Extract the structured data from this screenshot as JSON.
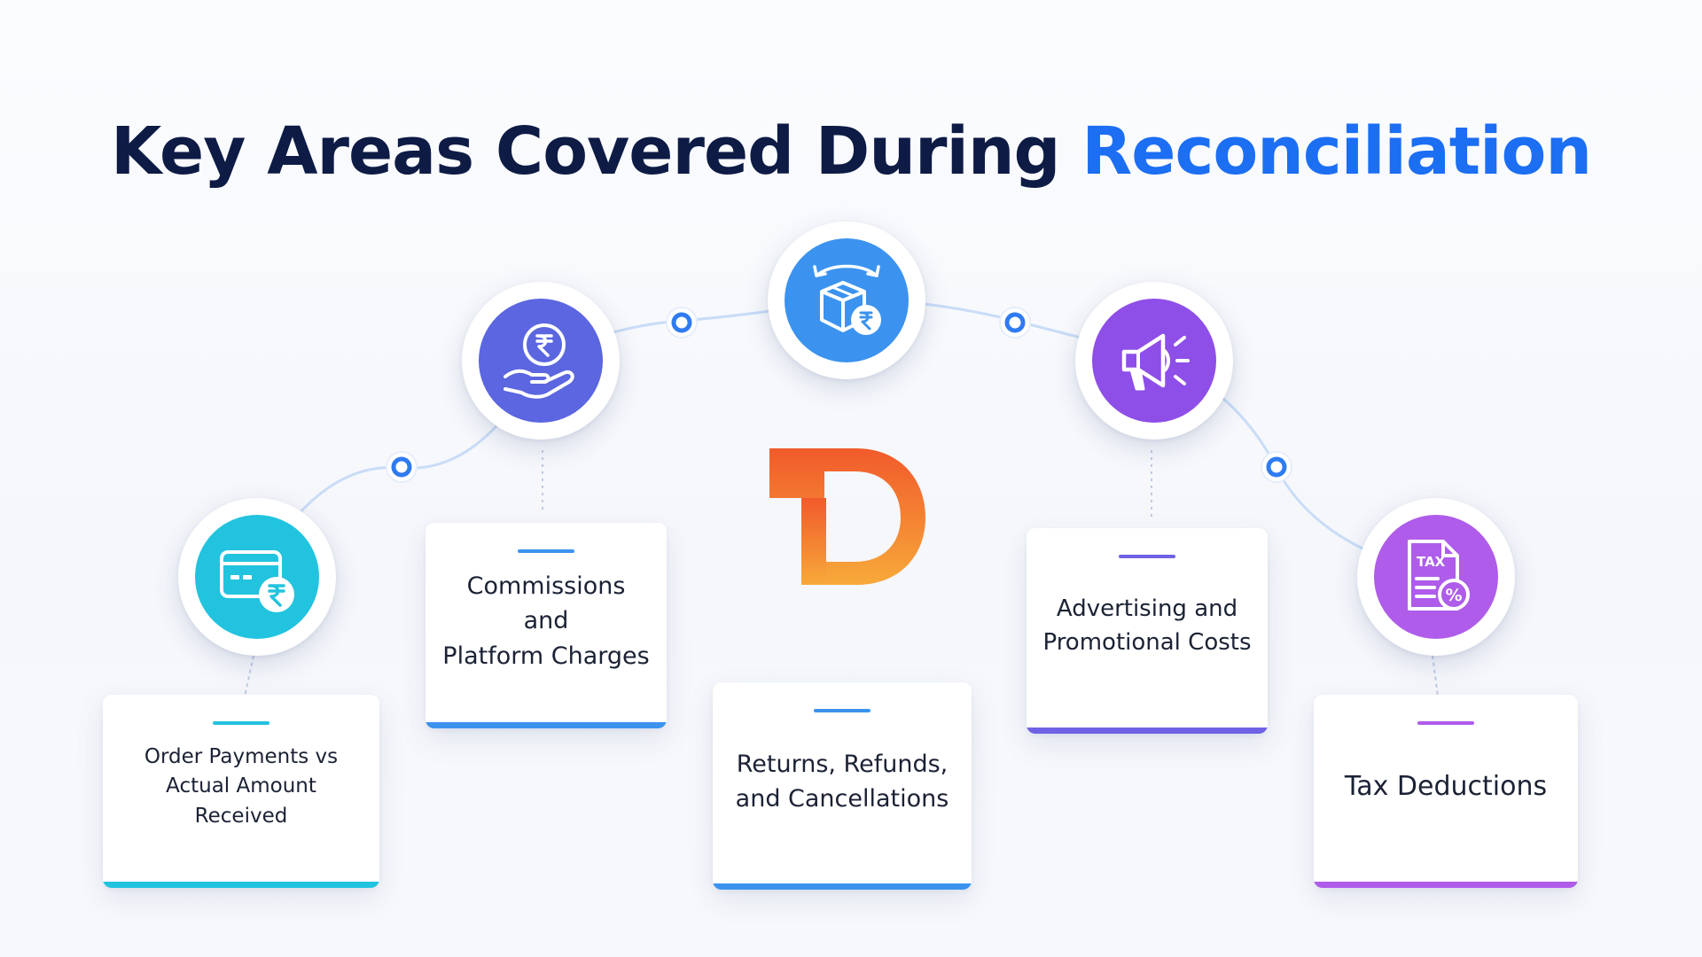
{
  "title": {
    "main": "Key Areas Covered During ",
    "accent": "Reconciliation"
  },
  "colors": {
    "title": "#0d1b45",
    "accent": "#1c6ef2",
    "connector": "#c9dcf7",
    "dot": "#2f7bf2"
  },
  "logo": {
    "icon": "td-brand-logo",
    "gradient": [
      "#f15a2b",
      "#f7a93a"
    ]
  },
  "items": [
    {
      "name": "order-payments",
      "icon": "card-rupee-icon",
      "label_line1": "Order Payments vs",
      "label_line2": "Actual Amount Received",
      "color": "#22c3de"
    },
    {
      "name": "commissions",
      "icon": "hand-rupee-icon",
      "label_line1": "Commissions and",
      "label_line2": "Platform Charges",
      "color": "#5b66e0"
    },
    {
      "name": "returns",
      "icon": "package-return-icon",
      "label_line1": "Returns, Refunds,",
      "label_line2": "and Cancellations",
      "color": "#3b93ef"
    },
    {
      "name": "advertising",
      "icon": "megaphone-icon",
      "label_line1": "Advertising and",
      "label_line2": "Promotional Costs",
      "color": "#8e4ee8"
    },
    {
      "name": "tax",
      "icon": "tax-document-icon",
      "label_line1": "Tax Deductions",
      "label_line2": "",
      "color": "#ae5ce9",
      "tax_label": "TAX",
      "percent_label": "%"
    }
  ]
}
